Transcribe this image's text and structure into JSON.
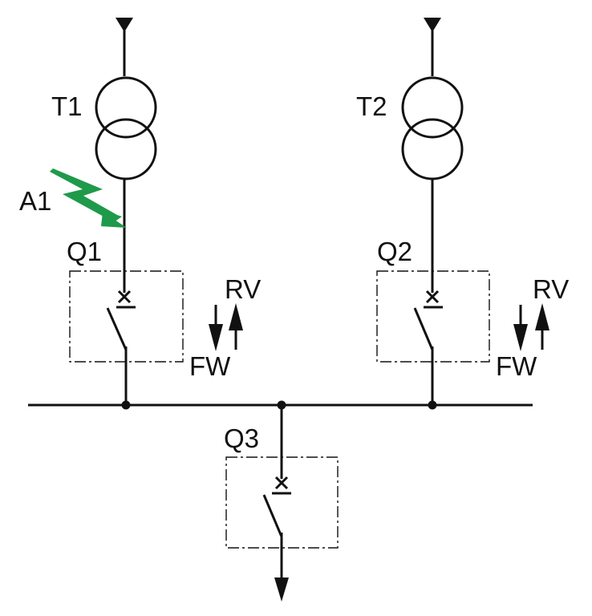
{
  "diagram": {
    "transformers": [
      {
        "id": "T1",
        "label": "T1"
      },
      {
        "id": "T2",
        "label": "T2"
      }
    ],
    "breakers": [
      {
        "id": "Q1",
        "label": "Q1"
      },
      {
        "id": "Q2",
        "label": "Q2"
      },
      {
        "id": "Q3",
        "label": "Q3"
      }
    ],
    "fault": {
      "label": "A1",
      "color": "#1e9a4a"
    },
    "direction_labels": {
      "q1": {
        "rv": "RV",
        "fw": "FW"
      },
      "q2": {
        "rv": "RV",
        "fw": "FW"
      }
    },
    "colors": {
      "line": "#111111",
      "fault": "#1e9a4a"
    }
  }
}
